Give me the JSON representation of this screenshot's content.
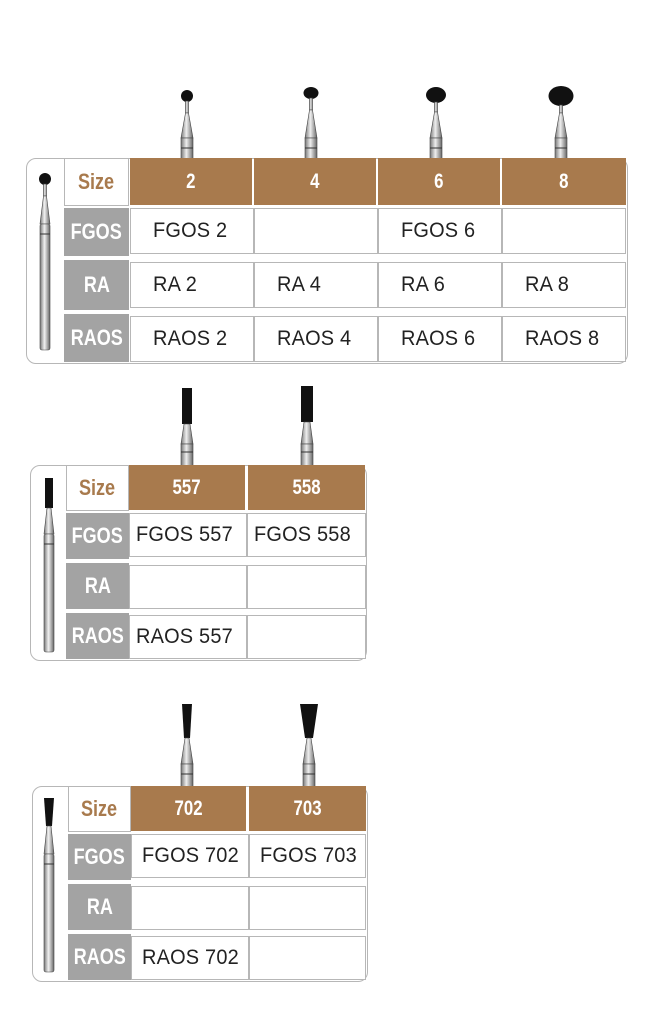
{
  "tables": [
    {
      "row_labels": {
        "size": "Size",
        "fgos": "FGOS",
        "ra": "RA",
        "raos": "RAOS"
      },
      "sizes": [
        "2",
        "4",
        "6",
        "8"
      ],
      "fgos": [
        "FGOS 2",
        "",
        "FGOS 6",
        ""
      ],
      "ra": [
        "RA 2",
        "RA 4",
        "RA 6",
        "RA 8"
      ],
      "raos": [
        "RAOS 2",
        "RAOS 4",
        "RAOS 6",
        "RAOS 8"
      ],
      "bur_shape": "round-bur-icon"
    },
    {
      "row_labels": {
        "size": "Size",
        "fgos": "FGOS",
        "ra": "RA",
        "raos": "RAOS"
      },
      "sizes": [
        "557",
        "558"
      ],
      "fgos": [
        "FGOS 557",
        "FGOS 558"
      ],
      "ra": [
        "",
        ""
      ],
      "raos": [
        "RAOS 557",
        ""
      ],
      "bur_shape": "straight-fissure-bur-icon"
    },
    {
      "row_labels": {
        "size": "Size",
        "fgos": "FGOS",
        "ra": "RA",
        "raos": "RAOS"
      },
      "sizes": [
        "702",
        "703"
      ],
      "fgos": [
        "FGOS 702",
        "FGOS 703"
      ],
      "ra": [
        "",
        ""
      ],
      "raos": [
        "RAOS 702",
        ""
      ],
      "bur_shape": "tapered-fissure-bur-icon"
    }
  ],
  "colors": {
    "header": "#a87a4d",
    "label": "#a3a3a3",
    "border": "#b7b7b7"
  }
}
